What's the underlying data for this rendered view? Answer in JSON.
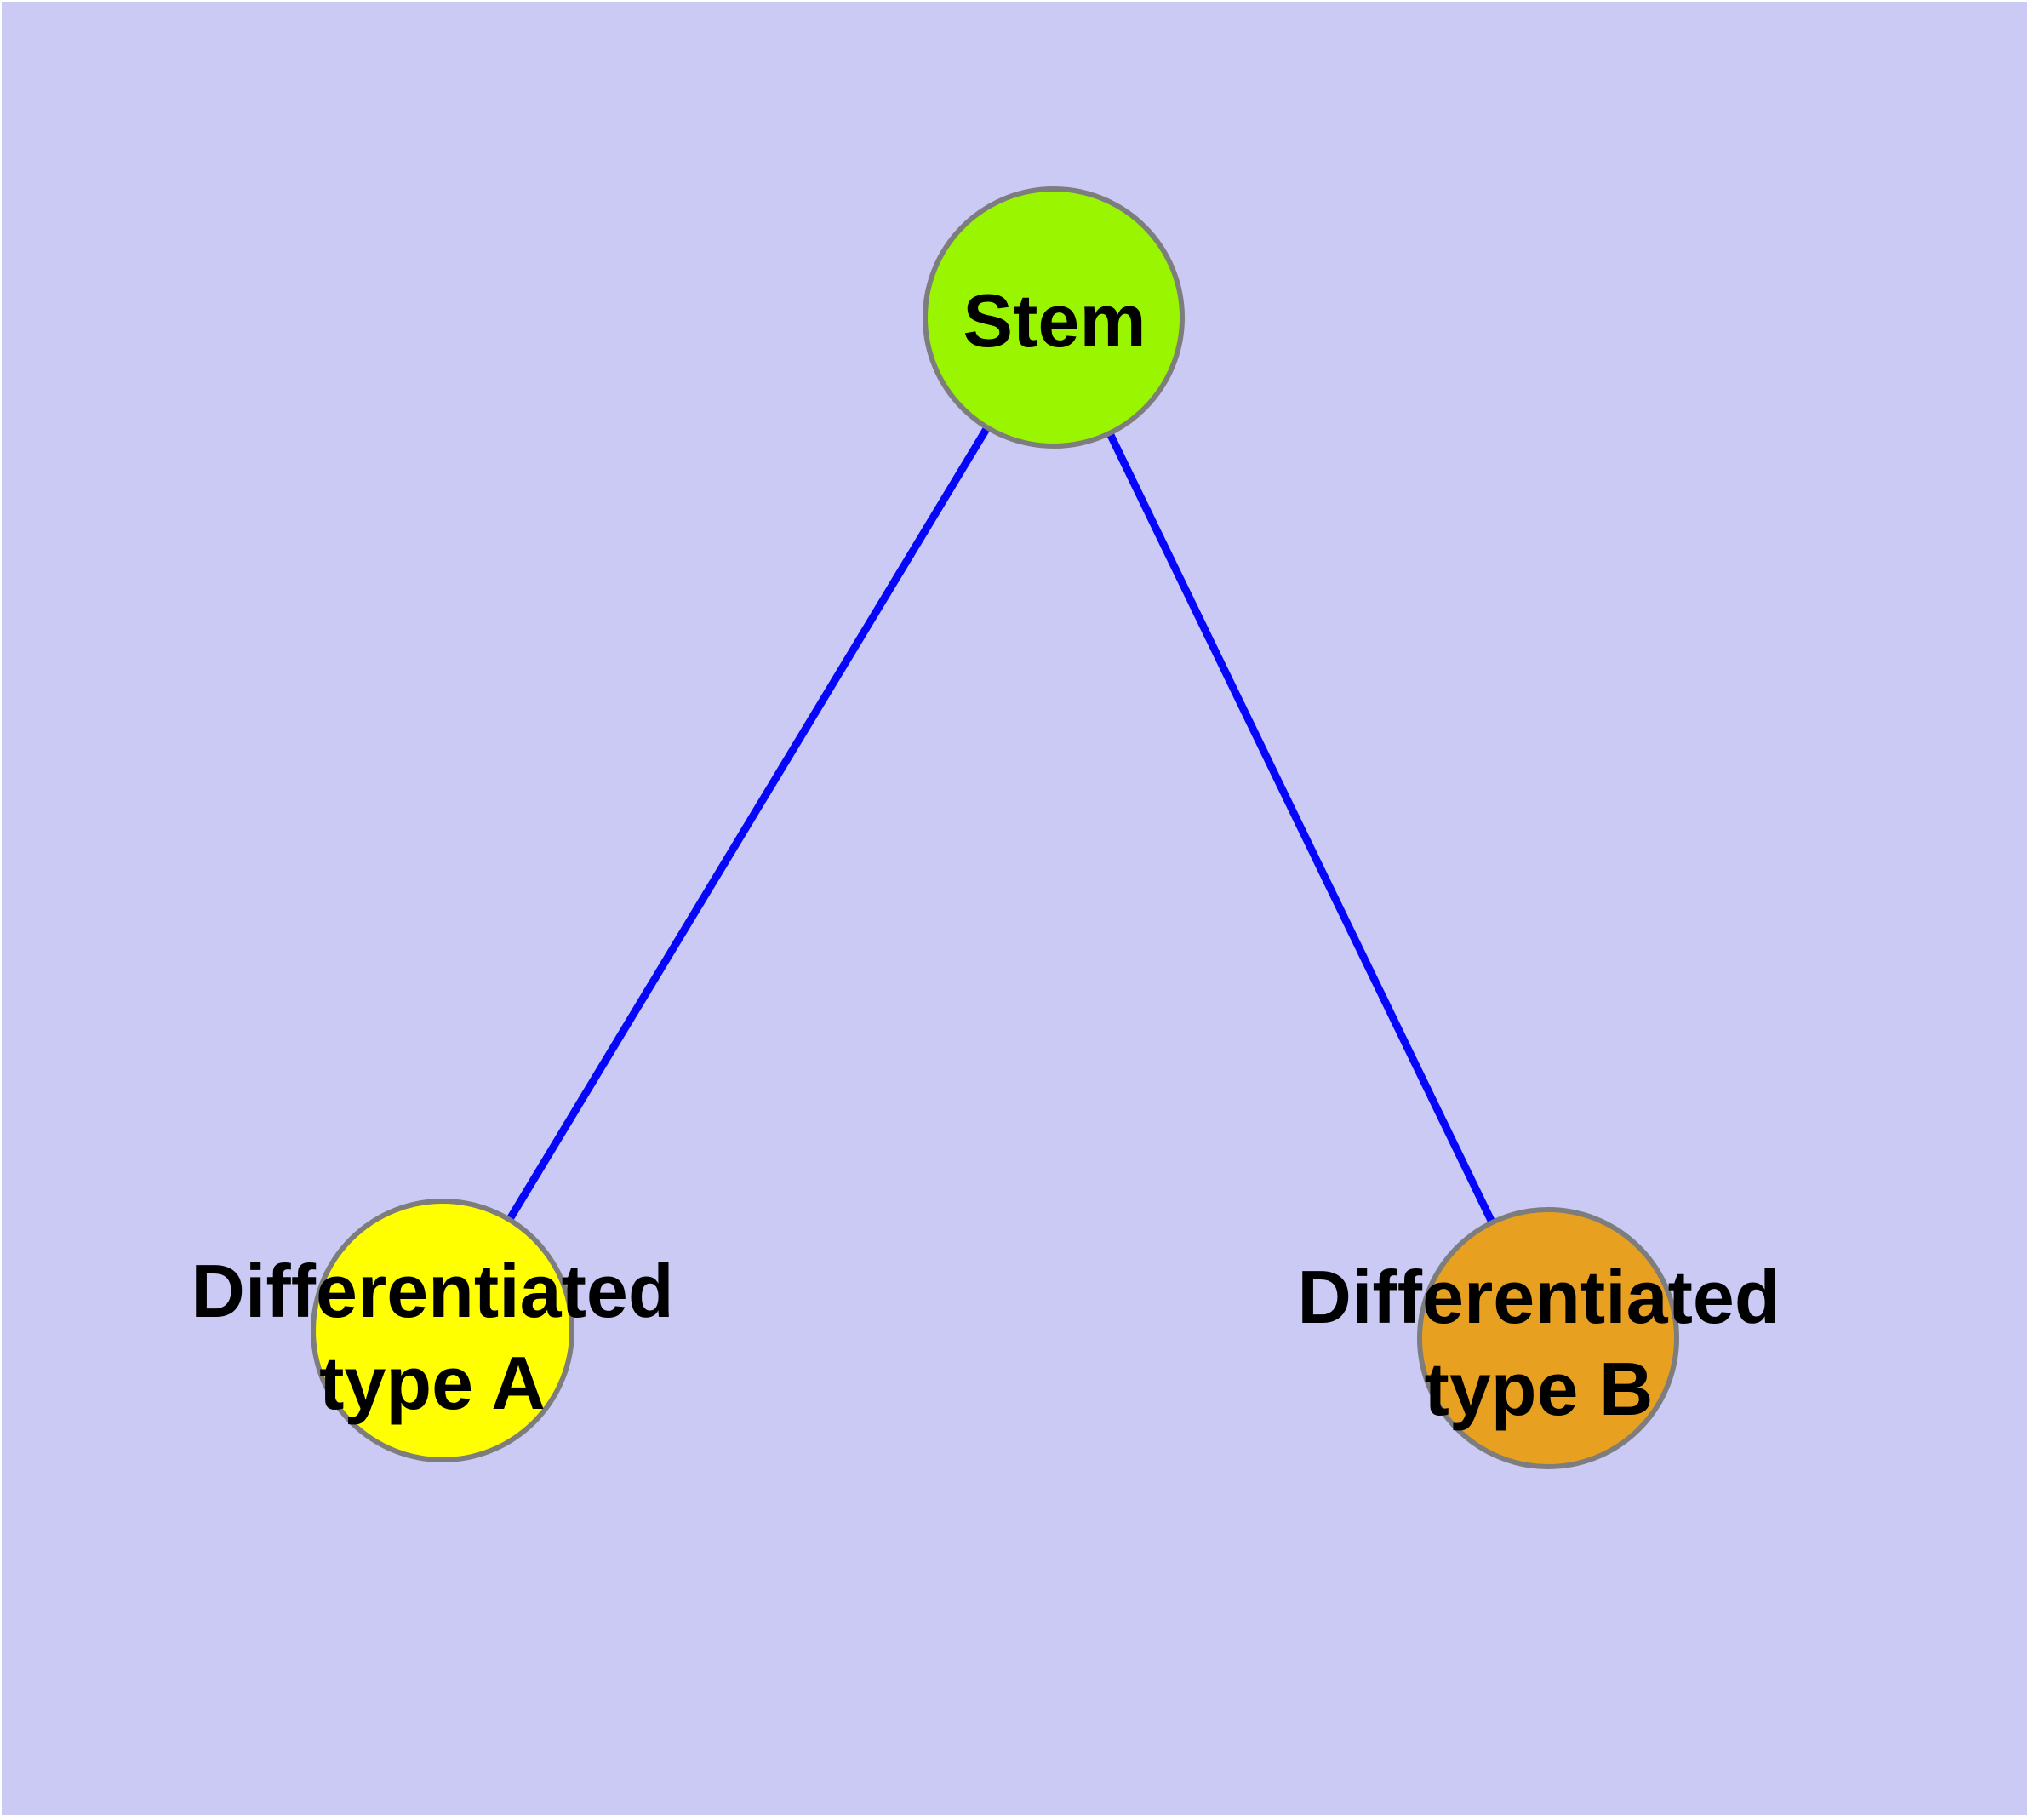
{
  "diagram": {
    "title": "",
    "background_color": "#cacaf5",
    "page_margin_color": "#ffffff",
    "edge_color": "#0606fa",
    "edge_width": "9",
    "node_border_color": "#7d7d7d",
    "node_border_width": "6",
    "nodes": [
      {
        "id": "stem",
        "label_lines": [
          "Stem"
        ],
        "fill": "#99f500"
      },
      {
        "id": "differentiated-type-a",
        "label_lines": [
          "Differentiated",
          "type A"
        ],
        "fill": "#ffff00"
      },
      {
        "id": "differentiated-type-b",
        "label_lines": [
          "Differentiated",
          "type B"
        ],
        "fill": "#e8a020"
      }
    ],
    "edges": [
      {
        "from": "stem",
        "to": "differentiated-type-a"
      },
      {
        "from": "stem",
        "to": "differentiated-type-b"
      }
    ]
  }
}
